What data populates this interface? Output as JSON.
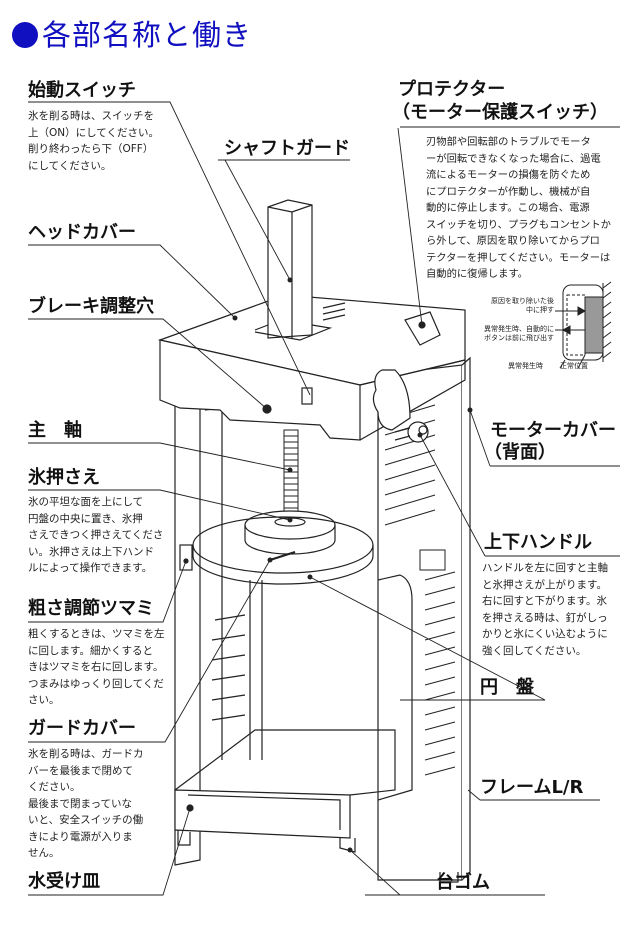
{
  "title": "各部名称と働き",
  "accent_color": "#1010c0",
  "parts": {
    "start_switch": {
      "label": "始動スイッチ",
      "desc": [
        "氷を削る時は、スイッチを",
        "上（ON）にしてください。",
        "削り終わったら下（OFF）",
        "にしてください。"
      ]
    },
    "shaft_guard": {
      "label": "シャフトガード"
    },
    "head_cover": {
      "label": "ヘッドカバー"
    },
    "brake_hole": {
      "label": "ブレーキ調整穴"
    },
    "main_shaft": {
      "label": "主　軸"
    },
    "ice_presser": {
      "label": "氷押さえ",
      "desc": [
        "氷の平坦な面を上にして",
        "円盤の中央に置き、氷押",
        "さえできつく押さえてくださ",
        "い。氷押さえは上下ハンド",
        "ルによって操作できます。"
      ]
    },
    "coarseness_knob": {
      "label": "粗さ調節ツマミ",
      "desc": [
        "粗くするときは、ツマミを左",
        "に回します。細かくすると",
        "きはツマミを右に回します。",
        "つまみはゆっくり回してくだ",
        "さい。"
      ]
    },
    "guard_cover": {
      "label": "ガードカバー",
      "desc": [
        "氷を削る時は、ガードカ",
        "バーを最後まで閉めて",
        "ください。",
        "最後まで閉まっていな",
        "いと、安全スイッチの働",
        "きにより電源が入りま",
        "せん。"
      ]
    },
    "drip_tray": {
      "label": "水受け皿"
    },
    "protector": {
      "label_1": "プロテクター",
      "label_2": "（モーター保護スイッチ）",
      "desc": [
        "刃物部や回転部のトラブルでモータ",
        "ーが回転できなくなった場合に、過電",
        "流によるモーターの損傷を防ぐため",
        "にプロテクターが作動し、機械が自",
        "動的に停止します。この場合、電源",
        "スイッチを切り、プラグもコンセントか",
        "ら外して、原因を取り除いてからプロ",
        "テクターを押してください。モーターは",
        "自動的に復帰します。"
      ],
      "inset": {
        "push_1": "原因を取り除いた後",
        "push_2": "中に押す",
        "pop_1": "異常発生時、自動的に",
        "pop_2": "ボタンは前に飛び出す",
        "abnormal": "異常発生時",
        "normal": "正常位置"
      }
    },
    "motor_cover": {
      "label_1": "モーターカバー",
      "label_2": "（背面）"
    },
    "handle": {
      "label": "上下ハンドル",
      "desc": [
        "ハンドルを左に回すと主軸",
        "と氷押さえが上がります。",
        "右に回すと下がります。氷",
        "を押さえる時は、釘がしっ",
        "かりと氷にくい込むように",
        "強く回してください。"
      ]
    },
    "disc": {
      "label": "円　盤"
    },
    "frame": {
      "label": "フレームL/R"
    },
    "rubber_feet": {
      "label": "台ゴム"
    }
  }
}
